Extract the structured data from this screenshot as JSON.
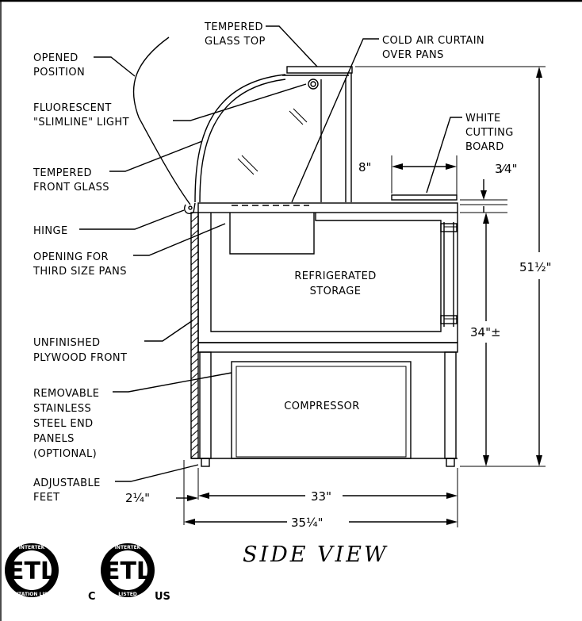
{
  "labels": {
    "tempered_glass_top": [
      "TEMPERED",
      "GLASS TOP"
    ],
    "cold_air_curtain": [
      "COLD AIR CURTAIN",
      "OVER PANS"
    ],
    "opened_position": [
      "OPENED",
      "POSITION"
    ],
    "fluorescent_light": [
      "FLUORESCENT",
      "\"SLIMLINE\" LIGHT"
    ],
    "white_cutting_board": [
      "WHITE",
      "CUTTING",
      "BOARD"
    ],
    "tempered_front_glass": [
      "TEMPERED",
      "FRONT GLASS"
    ],
    "hinge": [
      "HINGE"
    ],
    "opening_pans": [
      "OPENING FOR",
      "THIRD SIZE PANS"
    ],
    "refrigerated_storage": [
      "REFRIGERATED",
      "STORAGE"
    ],
    "plywood_front": [
      "UNFINISHED",
      "PLYWOOD FRONT"
    ],
    "end_panels": [
      "REMOVABLE",
      "STAINLESS",
      "STEEL END",
      "PANELS",
      "(OPTIONAL)"
    ],
    "compressor": [
      "COMPRESSOR"
    ],
    "adjustable_feet": [
      "ADJUSTABLE",
      "FEET"
    ]
  },
  "dimensions": {
    "cutting_board_offset": "8\"",
    "board_thickness": "3⁄4\"",
    "overall_height": "51½\"",
    "counter_height": "34\"±",
    "foot_inset": "2¼\"",
    "cabinet_width": "33\"",
    "overall_width": "35¼\""
  },
  "title": "SIDE VIEW",
  "seals": {
    "left": {
      "mark": "ETL",
      "ring_top": "INTERTEK",
      "ring_bottom": "SANITATION LISTED"
    },
    "right": {
      "mark": "ETL",
      "ring_top": "INTERTEK",
      "ring_bottom": "LISTED",
      "prefix": "C",
      "suffix": "US"
    }
  }
}
